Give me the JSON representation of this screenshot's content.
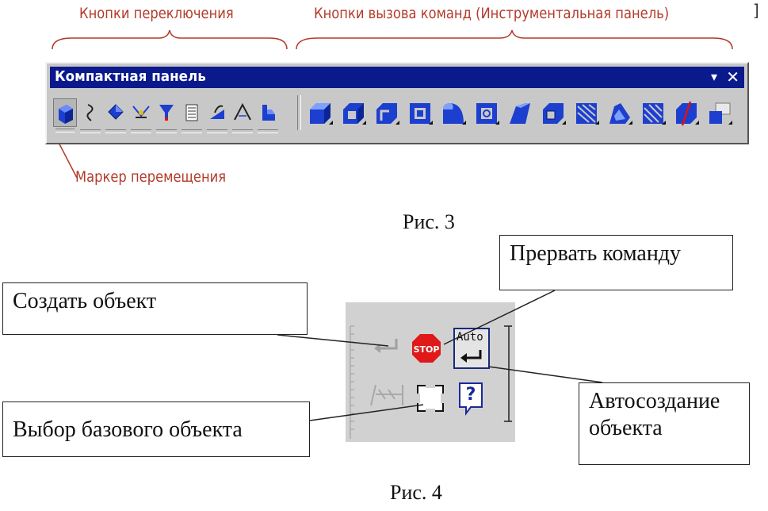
{
  "fig3": {
    "label_switch_buttons": "Кнопки переключения",
    "label_command_buttons": "Кнопки вызова команд (Инструментальная панель)",
    "label_move_marker": "Маркер перемещения",
    "toolbar_title": "Компактная панель",
    "toolbar_menu_glyph": "▾",
    "toolbar_close_glyph": "✕",
    "switch_icons": [
      "solid-cube-icon",
      "curve-icon",
      "geometry-icon",
      "dimension-icon",
      "filter-icon",
      "spec-icon",
      "measure-icon",
      "angle-icon",
      "edit-icon"
    ],
    "command_icons": [
      "extrude-icon",
      "extrude-shell-icon",
      "extrude-thin-icon",
      "rectangle-extrude-icon",
      "round-icon",
      "hole-icon",
      "chamfer-icon",
      "pocket-icon",
      "rib-icon",
      "shell-icon",
      "array-icon",
      "section-icon",
      "mirror-icon"
    ],
    "colors": {
      "titlebar": "#0a1a8c",
      "icon_blue": "#1d3fcf",
      "label_red": "#b23a2a"
    },
    "caption": "Рис. 3"
  },
  "fig4": {
    "callout_create": "Создать объект",
    "callout_abort": "Прервать команду",
    "callout_base": "Выбор базового объекта",
    "callout_auto_line1": "Автосоздание",
    "callout_auto_line2": "объекта",
    "stop_text": "STOP",
    "auto_text": "Auto",
    "help_glyph": "?",
    "caption": "Рис. 4"
  }
}
